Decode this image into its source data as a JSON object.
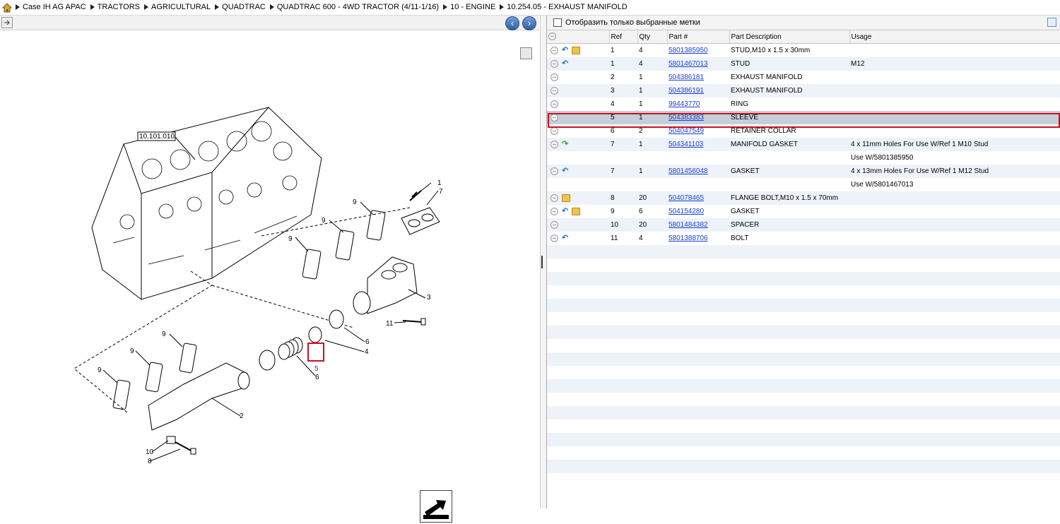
{
  "breadcrumb": [
    "Case IH AG APAC",
    "TRACTORS",
    "AGRICULTURAL",
    "QUADTRAC",
    "QUADTRAC 600 - 4WD TRACTOR (4/11-1/16)",
    "10 - ENGINE",
    "10.254.05 - EXHAUST MANIFOLD"
  ],
  "filter_label": "Отобразить только выбранные метки",
  "columns": [
    "Ref",
    "Qty",
    "Part #",
    "Part Description",
    "Usage"
  ],
  "rows": [
    {
      "icons": [
        "undo",
        "box"
      ],
      "ref": "1",
      "qty": "4",
      "part": "5801385950",
      "desc": "STUD,M10 x 1.5 x 30mm",
      "usage": ""
    },
    {
      "icons": [
        "undo"
      ],
      "ref": "1",
      "qty": "4",
      "part": "5801467013",
      "desc": "STUD",
      "usage": "M12"
    },
    {
      "icons": [],
      "ref": "2",
      "qty": "1",
      "part": "504386181",
      "desc": "EXHAUST MANIFOLD",
      "usage": ""
    },
    {
      "icons": [],
      "ref": "3",
      "qty": "1",
      "part": "504386191",
      "desc": "EXHAUST MANIFOLD",
      "usage": ""
    },
    {
      "icons": [],
      "ref": "4",
      "qty": "1",
      "part": "99443770",
      "desc": "RING",
      "usage": ""
    },
    {
      "icons": [],
      "ref": "5",
      "qty": "1",
      "part": "504383383",
      "desc": "SLEEVE",
      "usage": "",
      "selected": true
    },
    {
      "icons": [],
      "ref": "6",
      "qty": "2",
      "part": "504047549",
      "desc": "RETAINER COLLAR",
      "usage": ""
    },
    {
      "icons": [
        "redo"
      ],
      "ref": "7",
      "qty": "1",
      "part": "504341103",
      "desc": "MANIFOLD GASKET",
      "usage": "4 x 11mm Holes For Use W/Ref 1 M10 Stud"
    },
    {
      "icons": null,
      "ref": "",
      "qty": "",
      "part": "",
      "desc": "",
      "usage": "Use W/5801385950"
    },
    {
      "icons": [
        "undo"
      ],
      "ref": "7",
      "qty": "1",
      "part": "5801456048",
      "desc": "GASKET",
      "usage": "4 x 13mm Holes For Use W/Ref 1 M12 Stud"
    },
    {
      "icons": null,
      "ref": "",
      "qty": "",
      "part": "",
      "desc": "",
      "usage": "Use W/5801467013"
    },
    {
      "icons": [
        "box"
      ],
      "ref": "8",
      "qty": "20",
      "part": "504078465",
      "desc": "FLANGE BOLT,M10 x 1.5 x 70mm",
      "usage": ""
    },
    {
      "icons": [
        "undo",
        "box"
      ],
      "ref": "9",
      "qty": "6",
      "part": "504154280",
      "desc": "GASKET",
      "usage": ""
    },
    {
      "icons": [],
      "ref": "10",
      "qty": "20",
      "part": "5801484382",
      "desc": "SPACER",
      "usage": ""
    },
    {
      "icons": [
        "undo"
      ],
      "ref": "11",
      "qty": "4",
      "part": "5801388706",
      "desc": "BOLT",
      "usage": ""
    }
  ],
  "diagram": {
    "ref_box": "10.101.010",
    "callouts": [
      "1",
      "7",
      "9",
      "9",
      "9",
      "3",
      "11",
      "6",
      "4",
      "5",
      "6",
      "9",
      "9",
      "9",
      "2",
      "10",
      "8"
    ]
  }
}
